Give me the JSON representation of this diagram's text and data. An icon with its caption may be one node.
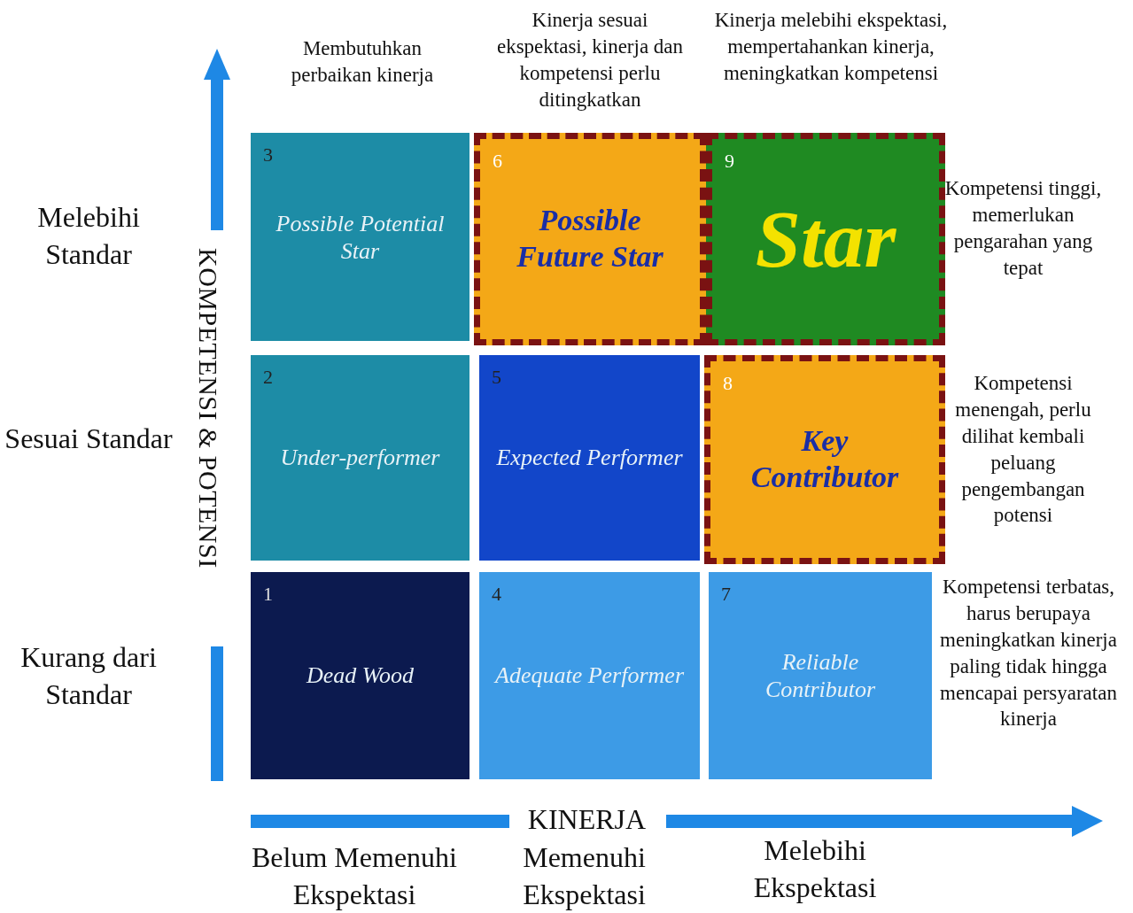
{
  "diagram": {
    "nodes": [
      {
        "text": [
          "3",
          "Possible Potential Star"
        ]
      },
      {
        "text": [
          "6",
          "Possible Future Star"
        ]
      },
      {
        "text": [
          "9",
          "Star"
        ]
      },
      {
        "text": [
          "2",
          "Under-performer"
        ]
      },
      {
        "text": [
          "5",
          "Expected Performer"
        ]
      },
      {
        "text": [
          "8",
          "Key Contributor"
        ]
      },
      {
        "text": [
          "1",
          "Dead Wood"
        ]
      },
      {
        "text": [
          "4",
          "Adequate Performer"
        ]
      },
      {
        "text": [
          "7",
          "Reliable Contributor"
        ]
      }
    ],
    "edges": [],
    "labels": [
      "Kinerja sesuai ekspektasi, kinerja dan kompetensi perlu ditingkatkan",
      "Kinerja melebihi ekspektasi, mempertahankan kinerja, meningkatkan kompetensi",
      "Membutuhkan perbaikan kinerja",
      "Melebihi Standar",
      "KOMPETENSI & POTENSI",
      "Kompetensi tinggi, memerlukan pengarahan yang tepat",
      "Sesuai Standar",
      "Kompetensi menengah, perlu dilihat kembali peluang pengembangan potensi",
      "Kurang dari Standar",
      "Kompetensi terbatas, harus berupaya meningkatkan kinerja paling tidak hingga mencapai persyaratan kinerja",
      "KINERJA",
      "Belum Memenuhi Ekspektasi",
      "Memenuhi Ekspektasi",
      "Melebihi Ekspektasi"
    ]
  }
}
